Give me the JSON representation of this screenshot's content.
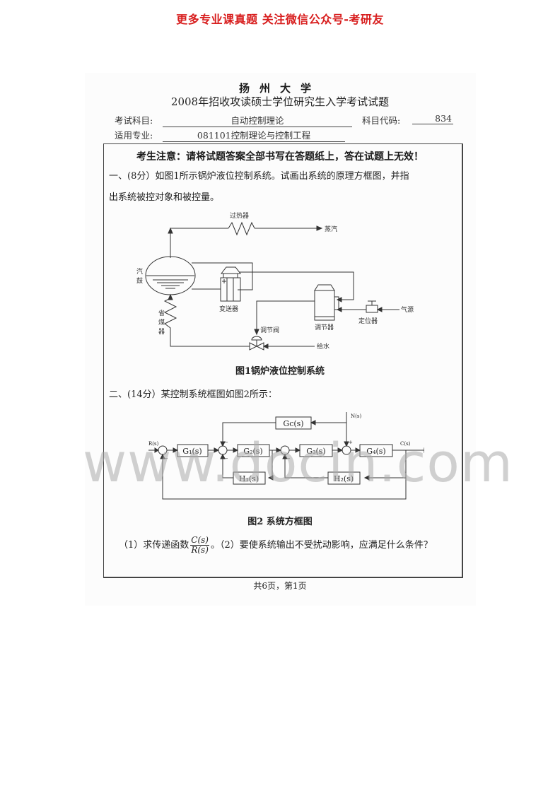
{
  "banner": "更多专业课真题 关注微信公众号-考研友",
  "header": {
    "university": "扬州大学",
    "exam_title": "2008年招收攻读硕士学位研究生入学考试试题",
    "subject_label": "考试科目:",
    "subject_value": "自动控制理论",
    "code_label": "科目代码:",
    "code_value": "834",
    "major_label": "适用专业:",
    "major_value": "081101控制理论与控制工程"
  },
  "notice": "考生注意：请将试题答案全部书写在答题纸上，答在试题上无效！",
  "question1": {
    "line1": "一、(8分）如图1所示锅炉液位控制系统。试画出系统的原理方框图，并指",
    "line2": "出系统被控对象和被控量。"
  },
  "figure1": {
    "caption": "图1锅炉液位控制系统",
    "labels": {
      "superheater": "过热器",
      "steam": "蒸汽",
      "drum_1": "汽",
      "drum_2": "鼓",
      "transmitter": "变送器",
      "economizer_1": "省",
      "economizer_2": "煤",
      "economizer_3": "器",
      "control_valve": "调节阀",
      "controller": "调节器",
      "positioner": "定位器",
      "air_source": "气源",
      "feedwater": "给水"
    }
  },
  "question2": {
    "line1": "二、(14分）某控制系统框图如图2所示："
  },
  "figure2": {
    "caption": "图2 系统方框图",
    "blocks": {
      "g1": "G₁(s)",
      "g2": "G₂(s)",
      "g3": "G₃(s)",
      "g4": "G₄(s)",
      "gc": "Gc(s)",
      "h1": "H₁(s)",
      "h2": "H₂(s)"
    },
    "signals": {
      "input": "R(s)",
      "output": "C(s)",
      "disturbance": "N(s)",
      "plus": "+",
      "minus": "−"
    }
  },
  "subquestions": {
    "part1_prefix": "（1）求传递函数",
    "frac_num": "C(s)",
    "frac_den": "R(s)",
    "part2": "。（2）要使系统输出不受扰动影响，应满足什么条件？"
  },
  "footer": "共6页，第1页",
  "watermark": "www.docin.com",
  "colors": {
    "banner_red": "#d81e1e",
    "ink": "#222222",
    "watermark_gray": "#aaaaaa"
  }
}
